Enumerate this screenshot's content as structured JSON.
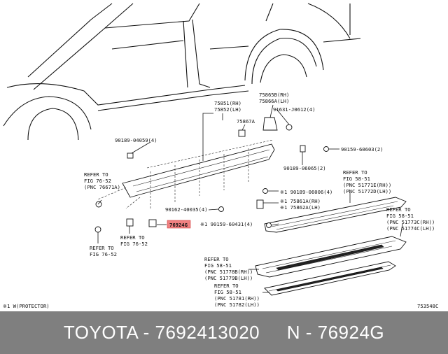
{
  "diagram": {
    "callouts": {
      "p75851": "75851(RH)",
      "p75852": "75852(LH)",
      "p75865B": "75865B(RH)",
      "p75866A": "75866A(LH)",
      "p91631": "91631-J0612(4)",
      "p75867A": "75867A",
      "p90189_04059": "90189-04059(4)",
      "p90159_60603": "90159-60603(2)",
      "p90189_06065": "90189-06065(2)",
      "p90189_06006": "※1 90189-06006(4)",
      "p75861A": "※1 75861A(RH)",
      "p75862A": "※1 75862A(LH)",
      "p90162": "90162-40035(4)",
      "p90159_60431": "※1 90159-60431(4)",
      "p76924G": "76924G"
    },
    "refs": {
      "ref1": [
        "REFER TO",
        "FIG 76-52",
        "(PNC 76671A)"
      ],
      "ref2": [
        "REFER TO",
        "FIG 76-52"
      ],
      "ref3": [
        "REFER TO",
        "FIG 76-52"
      ],
      "ref4": [
        "REFER TO",
        "FIG 58-51",
        "(PNC 51771E(RH))",
        "(PNC 51772D(LH))"
      ],
      "ref5": [
        "REFER TO",
        "FIG 58-51",
        "(PNC 51773C(RH))",
        "(PNC 51774C(LH))"
      ],
      "ref6": [
        "REFER TO",
        "FIG 58-51",
        "(PNC 51778B(RH))",
        "(PNC 51779B(LH))"
      ],
      "ref7": [
        "REFER TO",
        "FIG 58-51",
        "(PNC 51781(RH))",
        "(PNC 51782(LH))"
      ]
    },
    "note": "※1 W(PROTECTOR)",
    "code": "753548C",
    "highlight_color": "#f08080"
  },
  "footer": {
    "text": "TOYOTA - 7692413020     N - 76924G"
  }
}
